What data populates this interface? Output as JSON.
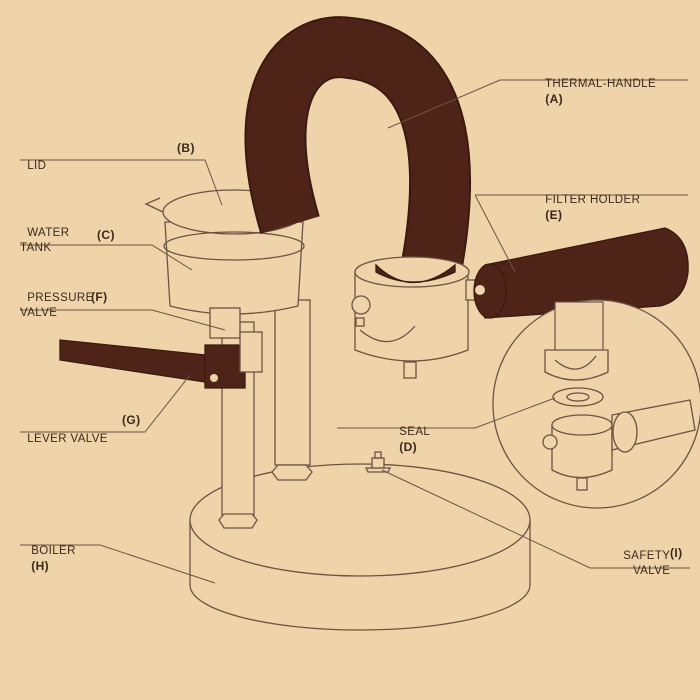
{
  "labels": {
    "thermal_handle": {
      "text": "THERMAL-HANDLE",
      "code": "(A)"
    },
    "lid": {
      "text": "LID",
      "code": "(B)"
    },
    "water_tank": {
      "text": "WATER\nTANK",
      "code": "(C)"
    },
    "seal": {
      "text": "SEAL",
      "code": "(D)"
    },
    "filter_holder": {
      "text": "FILTER HOLDER",
      "code": "(E)"
    },
    "pressure_valve": {
      "text": "PRESSURE\nVALVE",
      "code": "(F)"
    },
    "lever_valve": {
      "text": "LEVER VALVE",
      "code": "(G)"
    },
    "boiler": {
      "text": "BOILER",
      "code": "(H)"
    },
    "safety_valve": {
      "text": "SAFETY\nVALVE",
      "code": "(I)"
    }
  },
  "colors": {
    "background": "#efd3a9",
    "outline": "#6b5443",
    "dark_part": "#4e2418",
    "text": "#3a2a1c"
  }
}
